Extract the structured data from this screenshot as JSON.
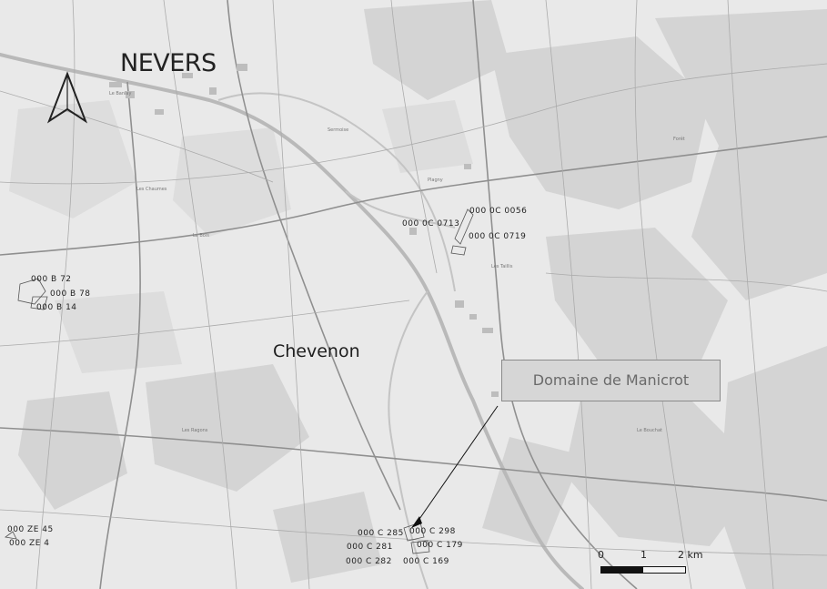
{
  "map": {
    "cities": {
      "nevers": "NEVERS",
      "chevenon": "Chevenon"
    },
    "callout_label": "Domaine de Manicrot",
    "parcels": {
      "c0056": "000  0C  0056",
      "c0713": "000  0C  0713",
      "c0719": "000  0C  0719",
      "b72": "000  B  72",
      "b78": "000  B  78",
      "b14": "000  B  14",
      "ze45": "000  ZE  45",
      "ze4": "000  ZE  4",
      "c285": "000  C  285",
      "c298": "000  C  298",
      "c281": "000  C  281",
      "c179": "000  C  179",
      "c282": "000  C  282",
      "c169": "000  C  169"
    },
    "scale_bar": {
      "zero": "0",
      "one": "1",
      "two": "2 km"
    },
    "north_arrow_icon": "north-arrow-icon"
  }
}
